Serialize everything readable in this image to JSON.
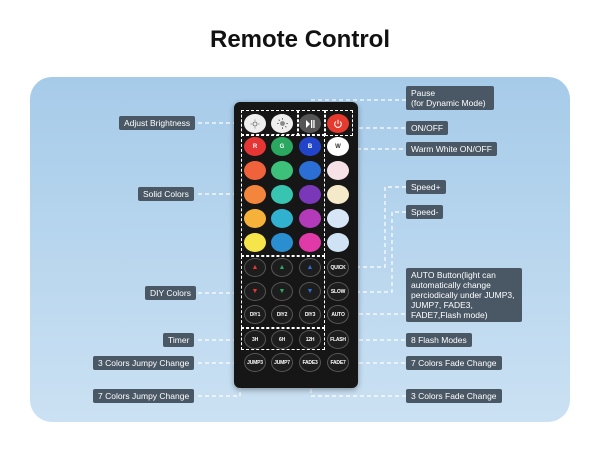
{
  "title": "Remote Control",
  "colors": {
    "panel_top": "#a6cbe9",
    "tag_bg": "#4a5866",
    "remote": "#161616"
  },
  "labels": {
    "adjust_brightness": "Adjust Brightness",
    "solid_colors": "Solid Colors",
    "diy_colors": "DIY Colors",
    "timer": "Timer",
    "jumpy3": "3 Colors Jumpy Change",
    "jumpy7": "7 Colors Jumpy Change",
    "pause": "Pause\n(for Dynamic Mode)",
    "onoff": "ON/OFF",
    "warm_white": "Warm White ON/OFF",
    "speed_plus": "Speed+",
    "speed_minus": "Speed-",
    "auto": "AUTO Button(light can automatically change perciodically under JUMP3, JUMP7, FADE3, FADE7,Flash mode)",
    "flash": "8 Flash Modes",
    "fade7": "7 Colors Fade Change",
    "fade3": "3 Colors Fade Change"
  },
  "buttons": {
    "r": "R",
    "g": "G",
    "b": "B",
    "w": "W",
    "quick": "QUICK",
    "slow": "SLOW",
    "auto": "AUTO",
    "diy1": "DIY1",
    "diy2": "DIY2",
    "diy3": "DIY3",
    "h3": "3H",
    "h6": "6H",
    "h12": "12H",
    "flash": "FLASH",
    "jump3": "JUMP3",
    "jump7": "JUMP7",
    "fade3": "FADE3",
    "fade7": "FADE7"
  },
  "icons": {
    "brightness_down": "sun-dim-icon",
    "brightness_up": "sun-bright-icon",
    "play_pause": "play-pause-icon",
    "power": "power-icon",
    "up_arrow": "arrow-up-icon",
    "down_arrow": "arrow-down-icon"
  }
}
